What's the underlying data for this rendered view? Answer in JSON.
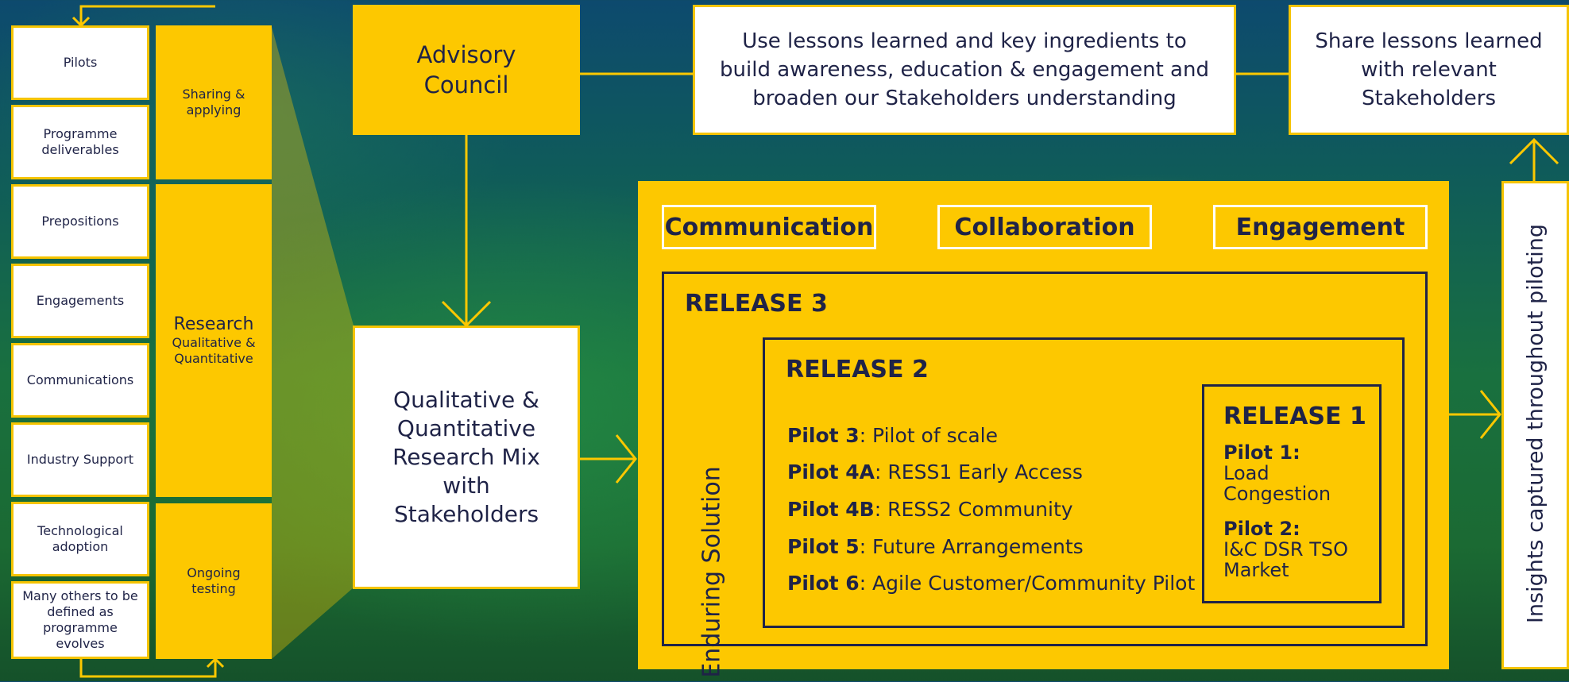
{
  "left_column": [
    "Pilots",
    "Programme deliverables",
    "Prepositions",
    "Engagements",
    "Communications",
    "Industry Support",
    "Technological adoption",
    "Many others to be defined as programme evolves"
  ],
  "phases": {
    "sharing": "Sharing & applying",
    "research_title": "Research",
    "research_sub": "Qualitative & Quantitative",
    "testing": "Ongoing testing"
  },
  "advisory_council": "Advisory Council",
  "lessons_box": "Use lessons learned and key ingredients to build awareness, education & engagement and broaden our Stakeholders understanding",
  "share_box": "Share lessons learned with relevant Stakeholders",
  "research_box": "Qualitative & Quantitative Research Mix with Stakeholders",
  "pillars": [
    "Communication",
    "Collaboration",
    "Engagement"
  ],
  "release3": {
    "title": "RELEASE 3",
    "side": "Enduring Solution"
  },
  "release2": {
    "title": "RELEASE 2",
    "pilots": [
      {
        "name": "Pilot 3",
        "desc": ": Pilot of scale"
      },
      {
        "name": "Pilot 4A",
        "desc": ": RESS1 Early Access"
      },
      {
        "name": "Pilot 4B",
        "desc": ": RESS2 Community"
      },
      {
        "name": "Pilot 5",
        "desc": ": Future Arrangements"
      },
      {
        "name": "Pilot 6",
        "desc": ": Agile Customer/Community Pilot"
      }
    ]
  },
  "release1": {
    "title": "RELEASE 1",
    "pilot1_name": "Pilot 1",
    "pilot1_desc": "Load Congestion",
    "pilot2_name": "Pilot 2",
    "pilot2_desc": "I&C DSR TSO Market"
  },
  "insights": "Insights captured throughout piloting",
  "colors": {
    "yellow": "#fdc800",
    "navy": "#1f2347",
    "white": "#ffffff"
  }
}
